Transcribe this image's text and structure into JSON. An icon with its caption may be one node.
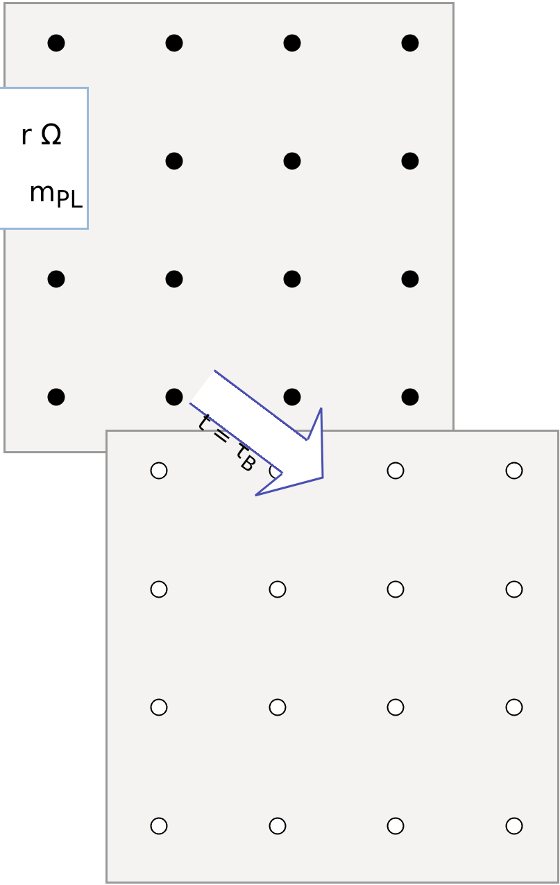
{
  "diagram": {
    "nodes": [
      {
        "text": [],
        "shape": "box"
      },
      {
        "text": [
          "r Ω",
          "m$_{PL}$"
        ]
      },
      {
        "text": [],
        "shape": "box"
      }
    ],
    "edges": [
      {
        "from": 0,
        "to": 2,
        "arrow": "to",
        "label": "t = τ$_{B}$",
        "style": "thick",
        "color": "#4a50b0"
      }
    ]
  }
}
